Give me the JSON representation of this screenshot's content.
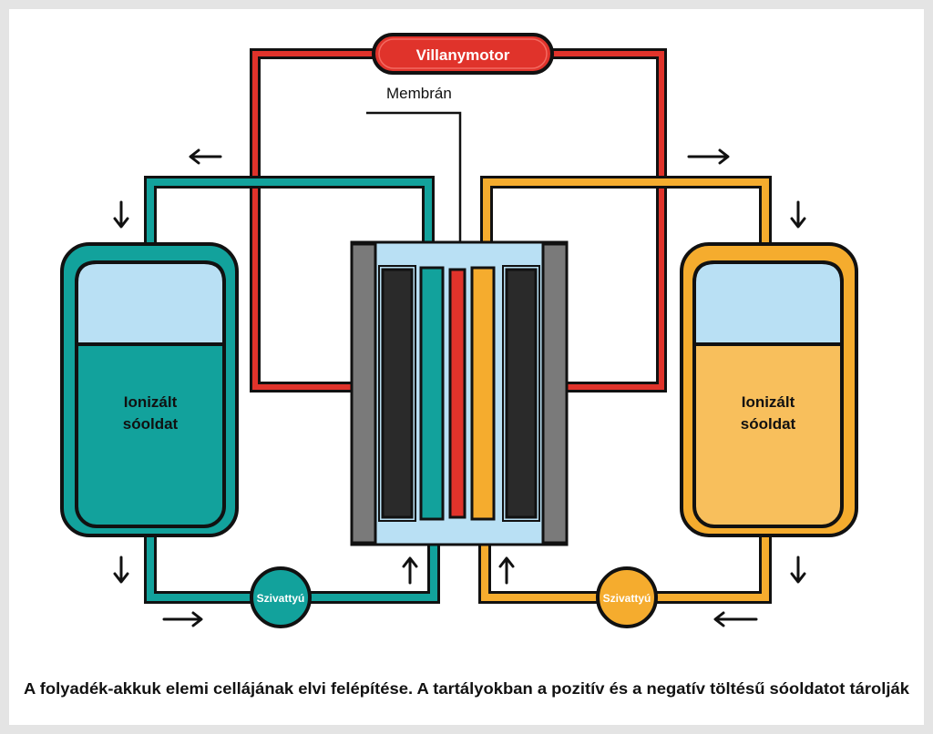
{
  "motor": {
    "label": "Villanymotor"
  },
  "membrane": {
    "label": "Membrán"
  },
  "tank_left": {
    "label_line1": "Ionizált",
    "label_line2": "sóoldat"
  },
  "tank_right": {
    "label_line1": "Ionizált",
    "label_line2": "sóoldat"
  },
  "pump_left": {
    "label": "Szivattyú"
  },
  "pump_right": {
    "label": "Szivattyú"
  },
  "caption": "A folyadék-akkuk elemi cellájának elvi felépítése. A tartályokban a pozitív és a negatív töltésű sóoldatot tárolják",
  "colors": {
    "teal": "#12a29c",
    "orange": "#f5ac2e",
    "red": "#e0332b",
    "light_blue": "#b9e0f4",
    "electrode": "#2a2a2a",
    "plate": "#7a7a7a"
  }
}
